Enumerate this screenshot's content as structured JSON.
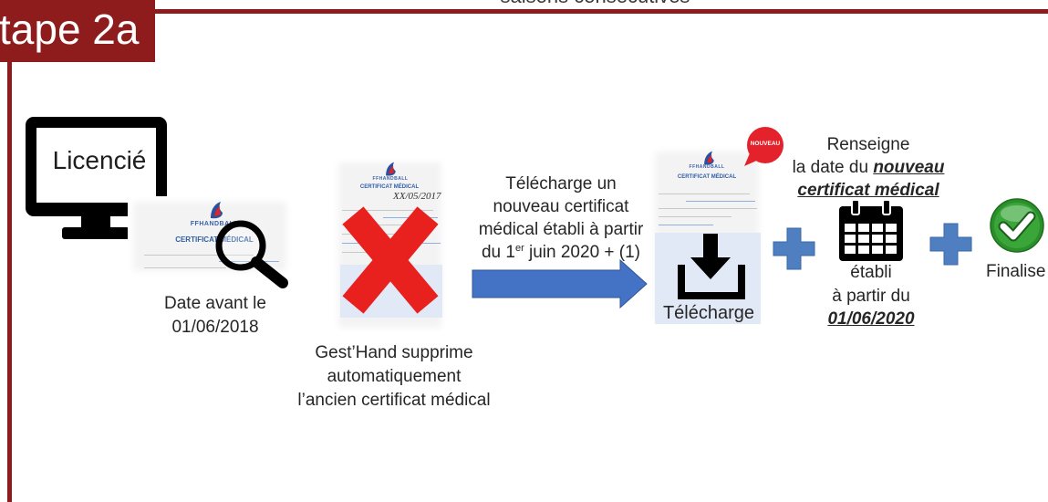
{
  "slide": {
    "step_label": "tape 2a",
    "top_caption": "saisons consécutives"
  },
  "colors": {
    "brand_red": "#8e1c1d",
    "arrow_blue": "#4472c4",
    "plus_blue": "#4f7fc0",
    "cross_red": "#e8211f",
    "check_green": "#3aa63a",
    "badge_red": "#e3222b"
  },
  "flow": {
    "licencie": {
      "monitor_icon": "monitor-icon",
      "monitor_label": "Licencié",
      "certificate": {
        "brand": "FFHANDBALL",
        "title": "CERTIFICAT MÉDICAL"
      },
      "search_icon": "magnifying-glass-icon",
      "caption": [
        "Date avant le",
        "01/06/2018"
      ]
    },
    "suppression": {
      "certificate": {
        "brand": "FFHANDBALL",
        "title": "CERTIFICAT MÉDICAL",
        "date": "XX/05/2017"
      },
      "delete_icon": "red-cross-icon",
      "caption": [
        "Gest’Hand supprime",
        "automatiquement",
        "l’ancien certificat médical"
      ]
    },
    "telecharge": {
      "instruction": [
        "Télécharge un",
        "nouveau certificat",
        "médical établi à partir"
      ],
      "instruction_last": {
        "prefix": "du 1",
        "sup": "er",
        "suffix": " juin 2020 + (1)"
      },
      "arrow_icon": "right-arrow-icon"
    },
    "nouveau_certificat": {
      "badge": "NOUVEAU",
      "certificate": {
        "brand": "FFHANDBALL",
        "title": "CERTIFICAT MÉDICAL"
      },
      "download_icon": "download-icon",
      "label": "Télécharge"
    },
    "renseigne": {
      "title": "Renseigne",
      "line2_prefix": "la date du ",
      "line2_emphasis": "nouveau",
      "line3_emphasis": "certificat médical",
      "calendar_icon": "calendar-icon",
      "detail": [
        "établi",
        "à partir du"
      ],
      "detail_date": "01/06/2020"
    },
    "finalise": {
      "check_icon": "green-check-icon",
      "label": "Finalise"
    }
  },
  "connectors": {
    "plus_icon": "plus-icon"
  }
}
